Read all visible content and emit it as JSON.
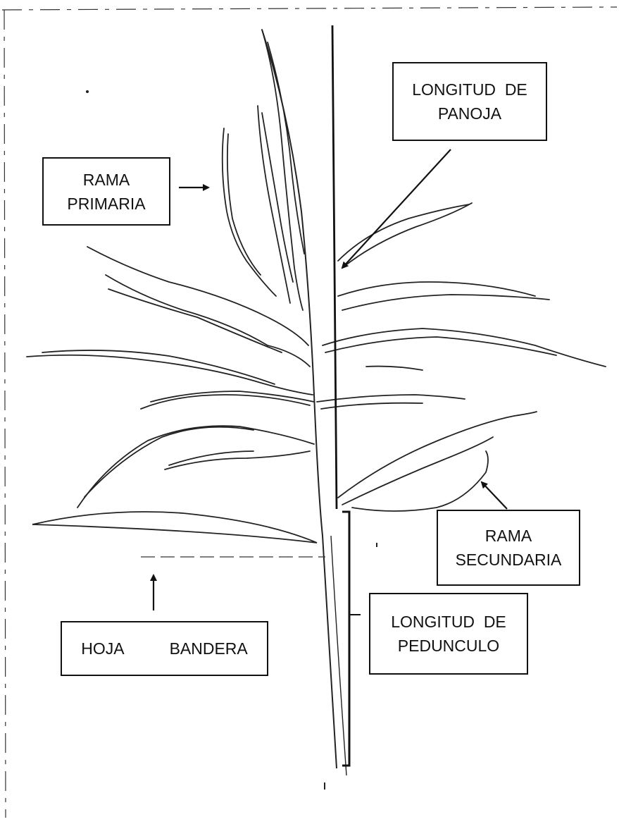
{
  "labels": {
    "panicle_length": {
      "line1": "LONGITUD  DE",
      "line2": "PANOJA"
    },
    "primary_branch": {
      "line1": "RAMA",
      "line2": "PRIMARIA"
    },
    "secondary_branch": {
      "line1": "RAMA",
      "line2": "SECUNDARIA"
    },
    "flag_leaf": {
      "word1": "HOJA",
      "word2": "BANDERA"
    },
    "peduncle_length": {
      "line1": "LONGITUD  DE",
      "line2": "PEDUNCULO"
    }
  },
  "colors": {
    "ink": "#111111",
    "background": "#ffffff"
  }
}
